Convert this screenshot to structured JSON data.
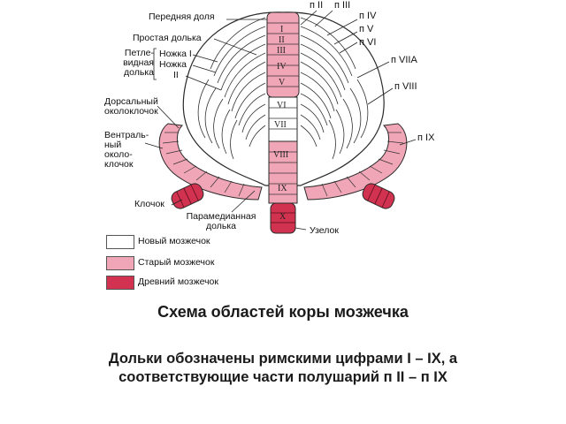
{
  "labels": {
    "anterior_lobe": "Передняя доля",
    "simple_lobule": "Простая долька",
    "ansiform_l1": "Петле-",
    "ansiform_l2": "видная",
    "ansiform_l3": "долька",
    "crus_l1": "Ножка I",
    "crus_l2": "Ножка",
    "crus_l3": "II",
    "dorsal_l1": "Дорсальный",
    "dorsal_l2": "околоклочок",
    "ventral_l1": "Вентраль-",
    "ventral_l2": "ный",
    "ventral_l3": "около-",
    "ventral_l4": "клочок",
    "flocculus": "Клочок",
    "paramedian_l1": "Парамедианная",
    "paramedian_l2": "долька",
    "nodulus": "Узелок"
  },
  "hemisphere_labels": {
    "p2": "п II",
    "p3": "п III",
    "p4": "п IV",
    "p5": "п V",
    "p6": "п VI",
    "p7a": "п VIIA",
    "p8": "п VIII",
    "p9": "п IX"
  },
  "vermis_labels": {
    "v1": "I",
    "v2": "II",
    "v3": "III",
    "v4": "IV",
    "v5": "V",
    "v6": "VI",
    "v7": "VII",
    "v8": "VIII",
    "v9": "IX",
    "v10": "X"
  },
  "legend": {
    "new": "Новый мозжечок",
    "old": "Старый мозжечок",
    "ancient": "Древний мозжечок"
  },
  "colors": {
    "new": "#ffffff",
    "old": "#f1a6b7",
    "ancient": "#d0324f",
    "outline": "#2a2a2a"
  },
  "title": "Схема областей коры мозжечка",
  "caption_line1": "Дольки обозначены римскими цифрами I – IX, а",
  "caption_line2": "соответствующие части полушарий п II – п IX"
}
